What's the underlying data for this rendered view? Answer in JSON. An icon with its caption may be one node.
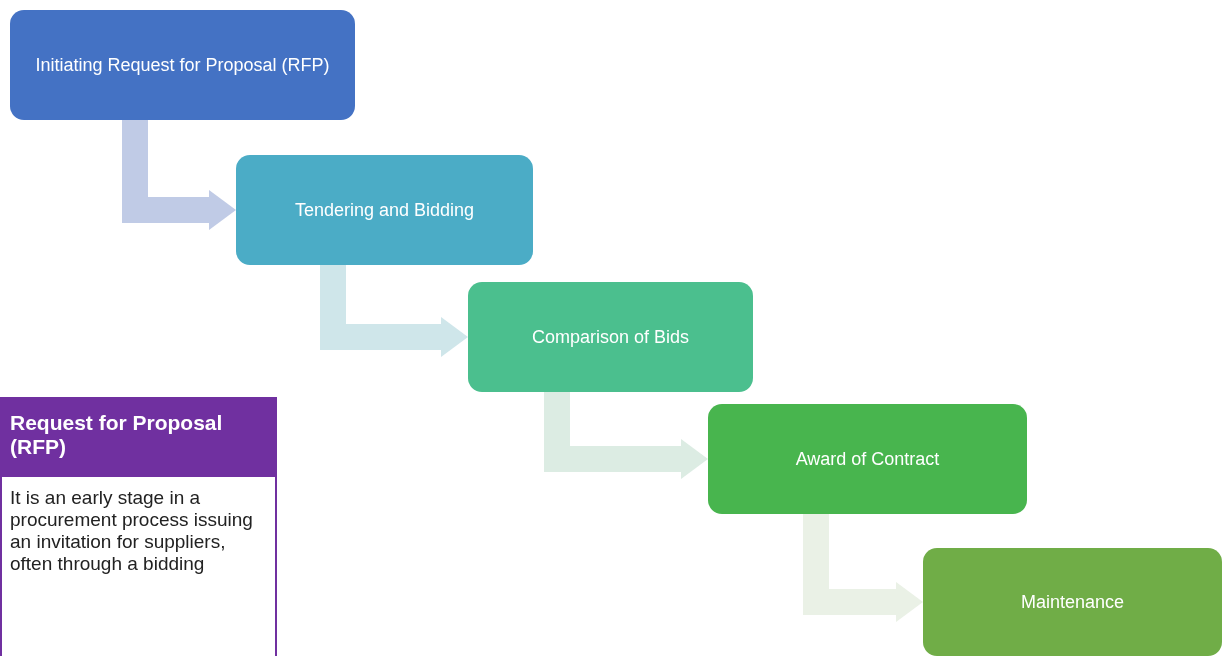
{
  "diagram": {
    "nodes": [
      {
        "text": [
          "Initiating Request for Proposal (RFP)"
        ]
      },
      {
        "text": [
          "Tendering and Bidding"
        ]
      },
      {
        "text": [
          "Comparison of Bids"
        ]
      },
      {
        "text": [
          "Award of Contract"
        ]
      },
      {
        "text": [
          "Maintenance"
        ]
      },
      {
        "text": [
          "Request for Proposal (RFP)",
          "It is an early stage in a procurement process issuing an invitation for suppliers, often through a bidding"
        ]
      }
    ],
    "edges": [
      {
        "from": 0,
        "to": 1,
        "arrow": "to",
        "color": "#c0cbe6"
      },
      {
        "from": 1,
        "to": 2,
        "arrow": "to",
        "color": "#cfe6ea"
      },
      {
        "from": 2,
        "to": 3,
        "arrow": "to",
        "color": "#dcece3"
      },
      {
        "from": 3,
        "to": 4,
        "arrow": "to",
        "color": "#eaf1e6"
      }
    ]
  }
}
